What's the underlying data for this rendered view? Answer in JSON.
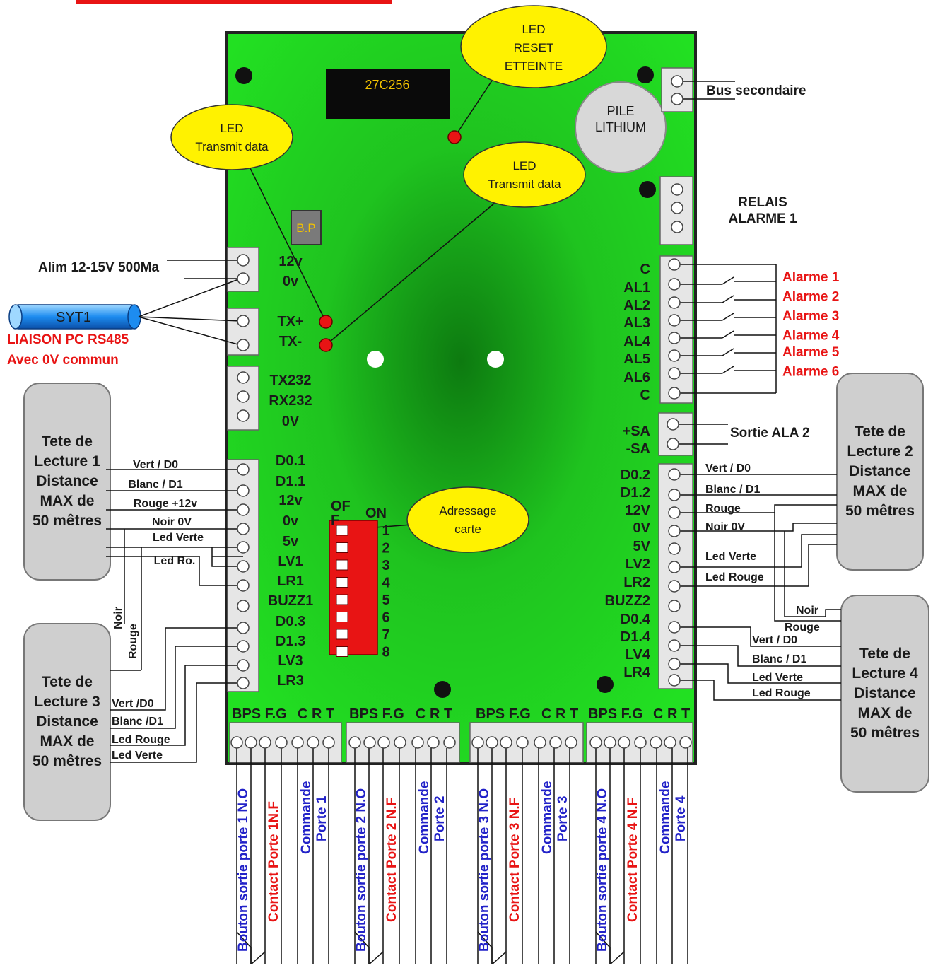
{
  "pcb": {
    "eprom": "27C256",
    "battery_1": "PILE",
    "battery_2": "LITHIUM",
    "bp": "B.P",
    "dip_off": "OF",
    "dip_f": "F",
    "dip_on": "ON",
    "dip_numbers": [
      "1",
      "2",
      "3",
      "4",
      "5",
      "6",
      "7",
      "8"
    ],
    "left_labels": [
      "12v",
      "0v",
      "TX+",
      "TX-",
      "TX232",
      "RX232",
      "0V",
      "D0.1",
      "D1.1",
      "12v",
      "0v",
      "5v",
      "LV1",
      "LR1",
      "BUZZ1",
      "D0.3",
      "D1.3",
      "LV3",
      "LR3"
    ],
    "right_labels": [
      "C",
      "AL1",
      "AL2",
      "AL3",
      "AL4",
      "AL5",
      "AL6",
      "C",
      "+SA",
      "-SA",
      "D0.2",
      "D1.2",
      "12V",
      "0V",
      "5V",
      "LV2",
      "LR2",
      "BUZZ2",
      "D0.4",
      "D1.4",
      "LV4",
      "LR4"
    ],
    "bottom_groups": [
      "BPS F.G",
      "C R T",
      "BPS F.G",
      "C R T",
      "BPS F.G",
      "C R T",
      "BPS F.G",
      "C R T"
    ]
  },
  "callouts": {
    "led_reset": [
      "LED",
      "RESET",
      "ETTEINTE"
    ],
    "led_tx_left": [
      "LED",
      "Transmit data"
    ],
    "led_tx_right": [
      "LED",
      "Transmit data"
    ],
    "address": [
      "Adressage",
      "carte"
    ]
  },
  "cable": {
    "syt1": "SYT1",
    "link_1": "LIAISON PC RS485",
    "link_2": "Avec 0V commun"
  },
  "power": {
    "alim": "Alim 12-15V 500Ma"
  },
  "bus": {
    "label": "Bus secondaire"
  },
  "relay": {
    "label_1": "RELAIS",
    "label_2": "ALARME 1"
  },
  "alarms": {
    "items": [
      "Alarme 1",
      "Alarme 2",
      "Alarme 3",
      "Alarme 4",
      "Alarme 5",
      "Alarme 6"
    ],
    "sortie": "Sortie ALA 2"
  },
  "heads": [
    [
      "Tete de",
      "Lecture 1",
      "Distance",
      "MAX de",
      "50 mêtres"
    ],
    [
      "Tete de",
      "Lecture 3",
      "Distance",
      "MAX de",
      "50 mêtres"
    ],
    [
      "Tete de",
      "Lecture 2",
      "Distance",
      "MAX de",
      "50 mêtres"
    ],
    [
      "Tete de",
      "Lecture 4",
      "Distance",
      "MAX de",
      "50 mêtres"
    ]
  ],
  "wire_labels": {
    "reader1": [
      "Vert / D0",
      "Blanc / D1",
      "Rouge +12v",
      "Noir 0V",
      "Led Verte",
      "Led Ro."
    ],
    "reader1_vertical": [
      "Noir",
      "Rouge"
    ],
    "reader3": [
      "Vert /D0",
      "Blanc /D1",
      "Led Rouge",
      "Led Verte"
    ],
    "reader2": [
      "Vert / D0",
      "Blanc / D1",
      "Rouge",
      "Noir 0V",
      "Led Verte",
      "Led Rouge"
    ],
    "reader4_power": [
      "Noir",
      "Rouge"
    ],
    "reader4": [
      "Vert / D0",
      "Blanc / D1",
      "Led Verte",
      "Led Rouge"
    ]
  },
  "doors": [
    {
      "bouton": "Bouton sortie porte 1 N.O",
      "contact": "Contact Porte 1N.F",
      "commande": [
        "Commande",
        "Porte 1"
      ]
    },
    {
      "bouton": "Bouton sortie porte 2 N.O",
      "contact": "Contact Porte 2 N.F",
      "commande": [
        "Commande",
        "Porte 2"
      ]
    },
    {
      "bouton": "Bouton sortie porte 3 N.O",
      "contact": "Contact Porte 3 N.F",
      "commande": [
        "Commande",
        "Porte 3"
      ]
    },
    {
      "bouton": "Bouton sortie porte 4 N.O",
      "contact": "Contact Porte 4 N.F",
      "commande": [
        "Commande",
        "Porte 4"
      ]
    }
  ],
  "colors": {
    "pcb_green": "#22e022",
    "alarm_red": "#e81414",
    "door_blue": "#2222c8",
    "callout_yellow": "#fff200"
  }
}
